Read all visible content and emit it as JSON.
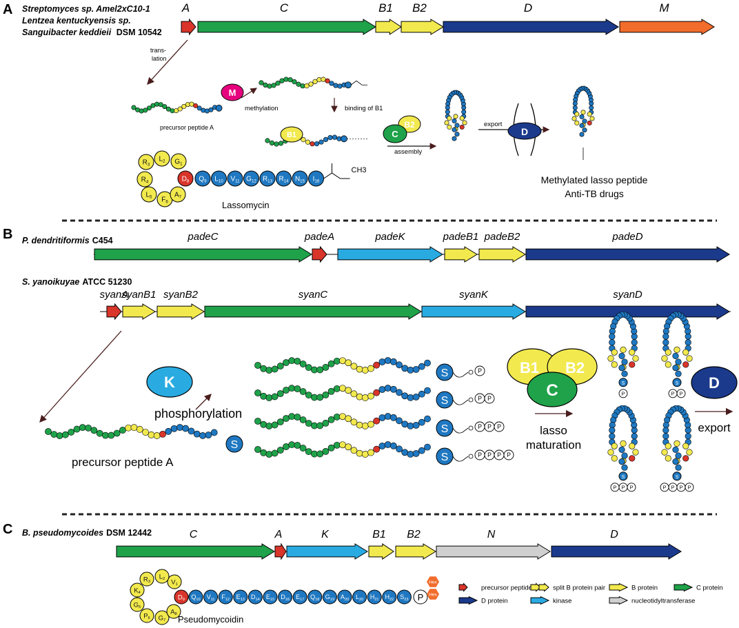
{
  "colors": {
    "red": "#d9352a",
    "green": "#1fa24a",
    "yellow": "#f2e94e",
    "lightblue": "#29abe2",
    "navy": "#1b3a8c",
    "orange": "#f26c2b",
    "gray": "#d0d0d0",
    "blue": "#1f78c1",
    "magenta": "#e6007e"
  },
  "panelA": {
    "label": "A",
    "organism_lines": [
      "Streptomyces sp. Amel2xC10-1",
      "Lentzea kentuckyensis sp.",
      "Sanguibacter keddieii"
    ],
    "organism_suffix": "DSM 10542",
    "genes": [
      "A",
      "C",
      "B1",
      "B2",
      "D",
      "M"
    ],
    "translation_label": "trans-\nlation",
    "translation_line1": "trans-",
    "translation_line2": "lation",
    "precursor_label": "precursor peptide A",
    "methylation_label": "methylation",
    "binding_label": "binding of B1",
    "assembly_label": "assembly",
    "export_label": "export",
    "enzyme_M": "M",
    "enzyme_B1": "B1",
    "enzyme_B2": "B2",
    "enzyme_C": "C",
    "enzyme_D": "D",
    "product_line1": "Methylated lasso peptide",
    "product_line2": "Anti-TB drugs",
    "peptide_name": "Lassomycin",
    "methyl": "CH3",
    "ring_residues": [
      "G1",
      "L2",
      "R3",
      "R4",
      "L5",
      "F6",
      "A7"
    ],
    "d_residue": "D8",
    "tail_residues": [
      "Q9",
      "L10",
      "V11",
      "G12",
      "R13",
      "R14",
      "N15",
      "I16"
    ]
  },
  "panelB": {
    "label": "B",
    "org1": "P. dendritiformis",
    "org1_strain": "C454",
    "genes1": [
      "padeC",
      "padeA",
      "padeK",
      "padeB1",
      "padeB2",
      "padeD"
    ],
    "org2": "S. yanoikuyae",
    "org2_strain": "ATCC 51230",
    "genes2": [
      "syanA",
      "syanB1",
      "syanB2",
      "syanC",
      "syanK",
      "syanD"
    ],
    "enzyme_K": "K",
    "phosphorylation_label": "phosphorylation",
    "precursor_label": "precursor peptide A",
    "S": "S",
    "P": "P",
    "enzyme_B1": "B1",
    "enzyme_B2": "B2",
    "enzyme_C": "C",
    "lasso_label_1": "lasso",
    "lasso_label_2": "maturation",
    "enzyme_D": "D",
    "export_label": "export"
  },
  "panelC": {
    "label": "C",
    "organism": "B. pseudomycoides",
    "strain": "DSM 12442",
    "genes": [
      "C",
      "A",
      "K",
      "B1",
      "B2",
      "N",
      "D"
    ],
    "peptide_name": "Pseudomycoidin",
    "ring_residues": [
      "V1",
      "L2",
      "R3",
      "K4",
      "G5",
      "P6",
      "G7",
      "A8"
    ],
    "d_residue": "D9",
    "tail_residues": [
      "Q10",
      "V11",
      "F12",
      "E13",
      "D14",
      "E15",
      "D16",
      "E17",
      "Q18",
      "G19",
      "A20",
      "L20",
      "H21",
      "H22",
      "S23"
    ],
    "P": "P",
    "hex": "Hex",
    "legend": [
      {
        "label": "precursor peptide",
        "color": "#d9352a",
        "kind": "small"
      },
      {
        "label": "split B protein pair",
        "color": "#f2e94e",
        "kind": "double"
      },
      {
        "label": "B protein",
        "color": "#f2e94e",
        "kind": "wide"
      },
      {
        "label": "C protein",
        "color": "#1fa24a",
        "kind": "wide"
      },
      {
        "label": "D protein",
        "color": "#1b3a8c",
        "kind": "wide"
      },
      {
        "label": "kinase",
        "color": "#29abe2",
        "kind": "wide"
      },
      {
        "label": "nucleotidyltransferase",
        "color": "#d0d0d0",
        "kind": "wide"
      }
    ]
  }
}
